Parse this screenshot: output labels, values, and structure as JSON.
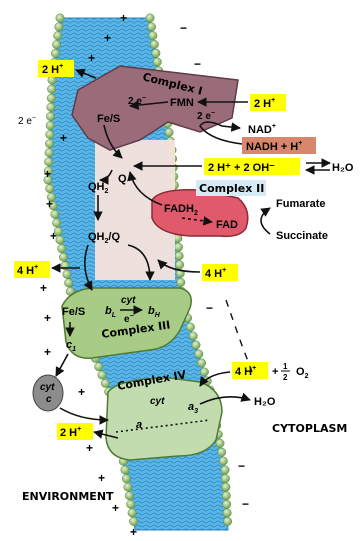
{
  "complexes": {
    "c1_title": "Complex I",
    "c2_title": "Complex II",
    "c3_title": "Complex III",
    "c4_title": "Complex IV"
  },
  "c1": {
    "fmn": "FMN",
    "fes": "Fe/S",
    "two_e_a": "2 e",
    "two_e_b": "2 e",
    "two_e_left": "2 e",
    "minus": "−",
    "h_left": "2 H",
    "h_right": "2 H",
    "nad": "NAD",
    "nadh": "NADH + H",
    "plus": "+"
  },
  "c2": {
    "fadh2": "FADH",
    "fad": "FAD",
    "fumarate": "Fumarate",
    "succinate": "Succinate",
    "water_eq": "2 H⁺ + 2 OH⁻",
    "h2o": "H₂O"
  },
  "q": {
    "q": "Q",
    "qh2": "QH",
    "qh2q": "QH",
    "q_suffix": "/Q",
    "sub2": "2"
  },
  "c3": {
    "fes": "Fe/S",
    "c1": "c",
    "c1_sub": "1",
    "bl": "b",
    "bl_sub": "L",
    "bh": "b",
    "bh_sub": "H",
    "cyt": "cyt",
    "e_minus": "e",
    "h_left": "4 H",
    "h_right": "4 H"
  },
  "c4": {
    "cytc": "cyt",
    "c": "c",
    "a": "a",
    "a3": "a",
    "a3_sub": "3",
    "cyt": "cyt",
    "h_in": "4 H",
    "o2_plus": "+",
    "frac_num": "1",
    "frac_den": "2",
    "o2": "O",
    "o2_sub": "2",
    "h2o": "H₂O",
    "h_out": "2 H"
  },
  "regions": {
    "environment": "ENVIRONMENT",
    "cytoplasm": "CYTOPLASM"
  },
  "signs": {
    "plus": "+",
    "minus": "−"
  },
  "colors": {
    "membrane": "#5ab6e6",
    "membrane_dark": "#2a86c2",
    "lipid_head": "#9cc07a",
    "complex1": "#9a6c7a",
    "complex2": "#e05a6c",
    "complex3": "#a8cc86",
    "complex4": "#c2dcb0",
    "highlight": "#ffff00",
    "nadh_box": "#d9876c"
  }
}
